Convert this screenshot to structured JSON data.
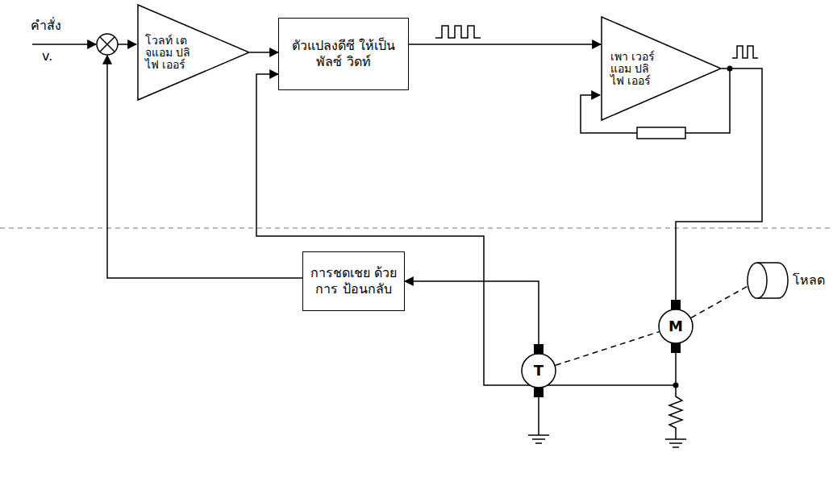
{
  "diagram": {
    "nodes": [
      {
        "text": [
          "โวลท์ เตจแอม ปลิไฟ เออร์"
        ]
      },
      {
        "text": [
          "ตัวแปลงดีซี ให้เป็นพัลซ์ วิดท์"
        ]
      },
      {
        "text": [
          "เพา เวอร์แอม ปลิไฟ เออร์"
        ]
      },
      {
        "text": [
          "การชดเชย ด้วยการ ป้อนกลับ"
        ]
      },
      {
        "text": [
          "T"
        ]
      },
      {
        "text": [
          "M"
        ]
      },
      {
        "text": [
          "โหลด"
        ]
      }
    ],
    "edges": [
      {
        "from": 0,
        "to": 1,
        "arrow": "to"
      },
      {
        "from": 1,
        "to": 2,
        "arrow": "to"
      },
      {
        "from": 2,
        "to": 5,
        "arrow": "none"
      },
      {
        "from": 5,
        "to": 1,
        "arrow": "to"
      },
      {
        "from": 4,
        "to": 3,
        "arrow": "to"
      },
      {
        "from": 4,
        "to": 5,
        "arrow": "none"
      },
      {
        "from": 5,
        "to": 6,
        "arrow": "none"
      }
    ],
    "labels": [
      "คำสั่ง",
      "v."
    ]
  }
}
